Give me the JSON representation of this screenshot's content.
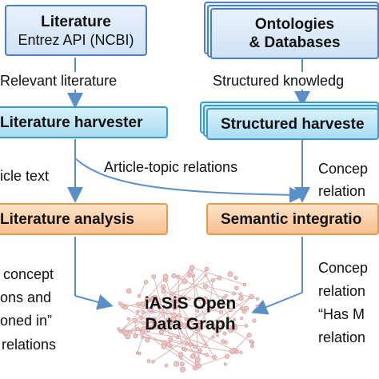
{
  "literature": {
    "title": "Literature",
    "subtitle": "Entrez API (NCBI)"
  },
  "ontologies": {
    "line1": "Ontologies",
    "line2": "& Databases"
  },
  "relevant_literature": "Relevant literature",
  "structured_knowledge": "Structured knowledg",
  "literature_harvester": "Literature harvester",
  "structured_harvester": "Structured harveste",
  "article_text": "icle text",
  "article_topic_relations": "Article-topic relations",
  "concept_relations_top": {
    "line1": "Concep",
    "line2": "relation"
  },
  "literature_analysis": "Literature analysis",
  "semantic_integration": "Semantic integratio",
  "left_relations": {
    "line1": "concept",
    "line2": "ons and",
    "line3": "oned in”",
    "line4": "relations"
  },
  "right_relations": {
    "line1": "Concep",
    "line2": "relation",
    "line3": "“Has M",
    "line4": "relation"
  },
  "graph": {
    "line1": "iASiS Open",
    "line2": "Data Graph"
  },
  "colors": {
    "blue_border": "#4a7fc0",
    "cyan_border": "#3a9bd0",
    "orange_border": "#e69a52",
    "arrow": "#5b8fc8"
  }
}
